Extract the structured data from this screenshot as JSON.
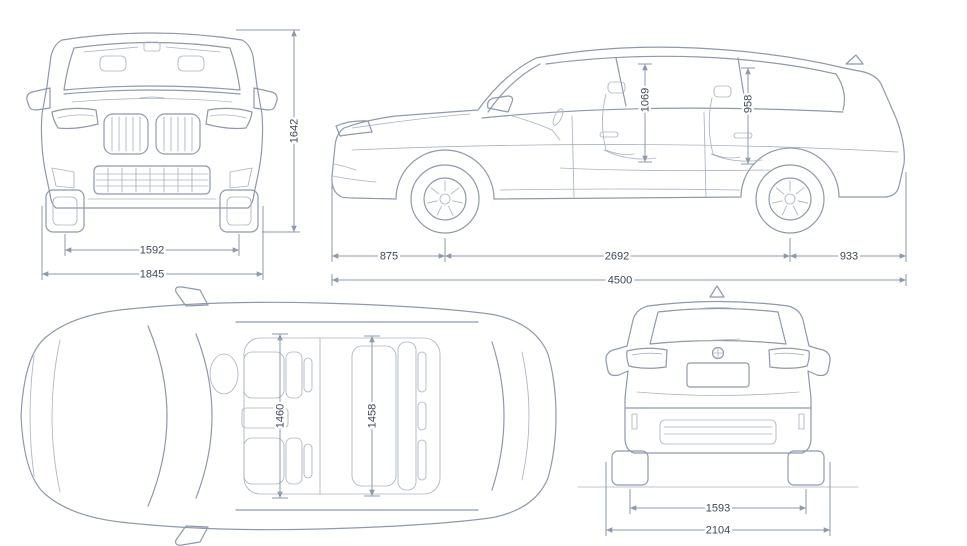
{
  "palette": {
    "background": "#ffffff",
    "line": "#8e99ad",
    "text": "#3c4759"
  },
  "views": {
    "front": {
      "overall_height": "1642",
      "track_width": "1592",
      "overall_width": "1845"
    },
    "side": {
      "interior_height_front": "1069",
      "interior_height_rear": "958",
      "front_overhang": "875",
      "wheelbase": "2692",
      "rear_overhang": "933",
      "overall_length": "4500"
    },
    "top": {
      "interior_width_front": "1460",
      "interior_width_rear": "1458"
    },
    "rear": {
      "track_width": "1593",
      "overall_width_mirrors": "2104"
    }
  }
}
